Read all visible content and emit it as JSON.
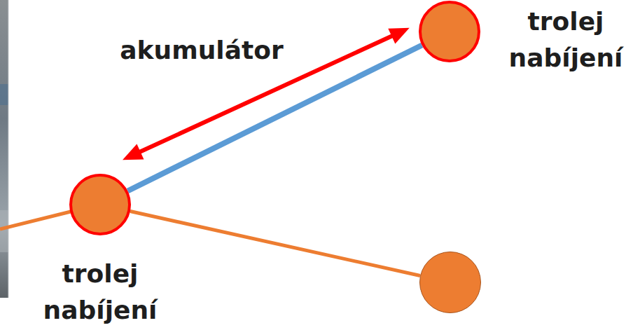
{
  "diagram": {
    "nodes": [
      {
        "text": [
          "trolej nabíjení"
        ]
      },
      {
        "text": [
          "trolej nabíjení"
        ]
      },
      {
        "text": []
      }
    ],
    "edges": [
      {
        "from": 1,
        "to": 0,
        "label": "akumulátor",
        "arrow": "both"
      },
      {
        "from": 1,
        "to": 0,
        "arrow": "none"
      },
      {
        "from": 1,
        "to": 2,
        "arrow": "none"
      }
    ]
  }
}
